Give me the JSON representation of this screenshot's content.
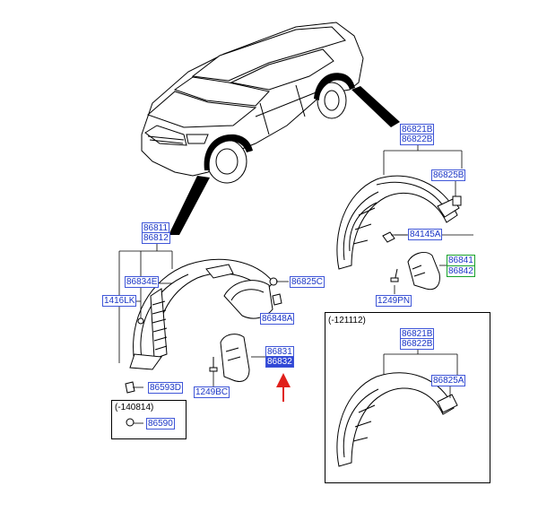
{
  "parts": {
    "p86821B_r": "86821B",
    "p86822B_r": "86822B",
    "p86825B": "86825B",
    "p84145A": "84145A",
    "p86841": "86841",
    "p86842": "86842",
    "p1249PN": "1249PN",
    "p86811": "86811",
    "p86812": "86812",
    "p86834E": "86834E",
    "p1416LK": "1416LK",
    "p86825C": "86825C",
    "p86848A": "86848A",
    "p86831": "86831",
    "p86832": "86832",
    "p86593D": "86593D",
    "p1249BC": "1249BC",
    "p86590": "86590",
    "p86821B_b": "86821B",
    "p86822B_b": "86822B",
    "p86825A": "86825A"
  },
  "notes": {
    "early": "(-121112)",
    "old": "(-140814)"
  },
  "colors": {
    "label_text": "#1b36c6",
    "label_border": "#3f56d8",
    "selected_fill": "#3047d6",
    "green_border": "#17a12b",
    "arrow": "#e0201b"
  },
  "icons": [
    "suv-vehicle-icon",
    "front-wheel-liner-icon",
    "rear-wheel-liner-icon",
    "mud-guard-icon",
    "clip-icon",
    "screw-icon",
    "nut-icon"
  ]
}
